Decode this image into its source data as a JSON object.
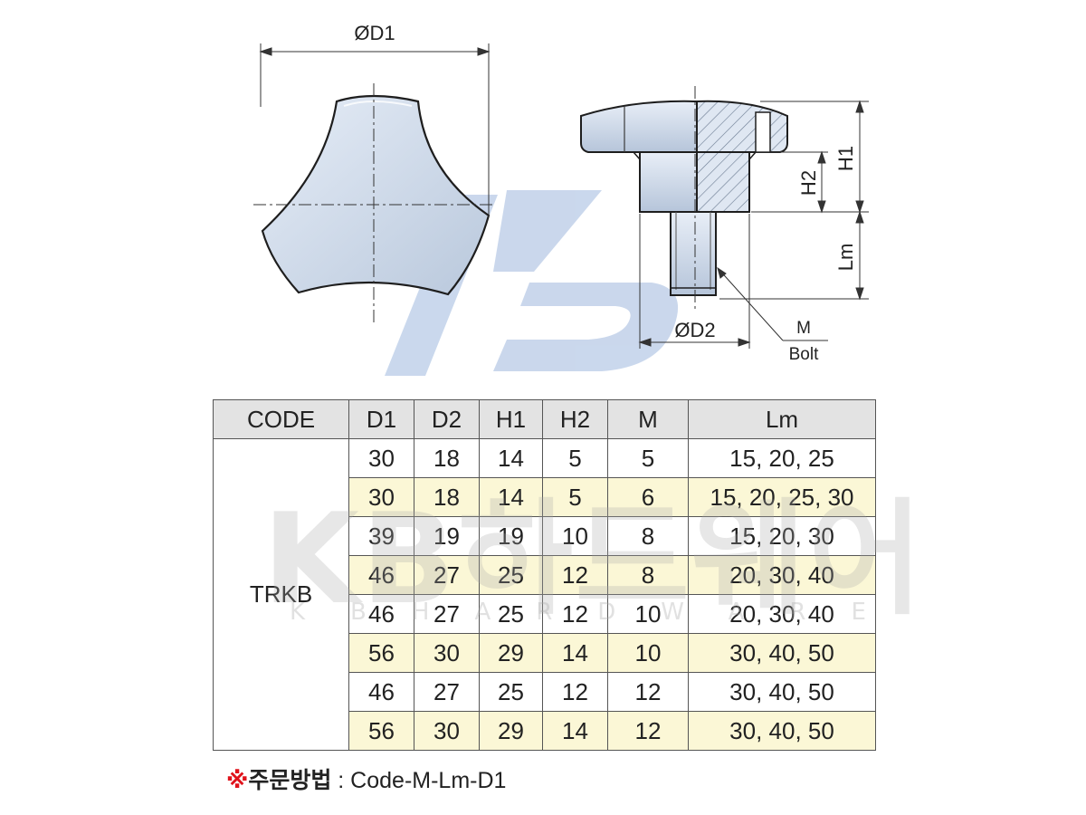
{
  "drawing": {
    "dim_d1": "ØD1",
    "dim_d2": "ØD2",
    "dim_h1": "H1",
    "dim_h2": "H2",
    "dim_lm": "Lm",
    "dim_m": "M",
    "dim_bolt": "Bolt"
  },
  "watermark": {
    "main": "KB하드웨어",
    "sub": "KBHARDWARE"
  },
  "table": {
    "headers": [
      "CODE",
      "D1",
      "D2",
      "H1",
      "H2",
      "M",
      "Lm"
    ],
    "code": "TRKB",
    "rows": [
      [
        "30",
        "18",
        "14",
        "5",
        "5",
        "15, 20, 25"
      ],
      [
        "30",
        "18",
        "14",
        "5",
        "6",
        "15, 20, 25, 30"
      ],
      [
        "39",
        "19",
        "19",
        "10",
        "8",
        "15, 20, 30"
      ],
      [
        "46",
        "27",
        "25",
        "12",
        "8",
        "20, 30, 40"
      ],
      [
        "46",
        "27",
        "25",
        "12",
        "10",
        "20, 30, 40"
      ],
      [
        "56",
        "30",
        "29",
        "14",
        "10",
        "30, 40, 50"
      ],
      [
        "46",
        "27",
        "25",
        "12",
        "12",
        "30, 40, 50"
      ],
      [
        "56",
        "30",
        "29",
        "14",
        "12",
        "30, 40, 50"
      ]
    ]
  },
  "order": {
    "mark": "※",
    "label": "주문방법",
    "separator": " : ",
    "format": "Code-M-Lm-D1"
  },
  "colors": {
    "accent_red": "#e0121b",
    "row_highlight": "#fbf7d6",
    "header_bg": "#e3e3e3",
    "logo_blue": "#9fb8de"
  }
}
